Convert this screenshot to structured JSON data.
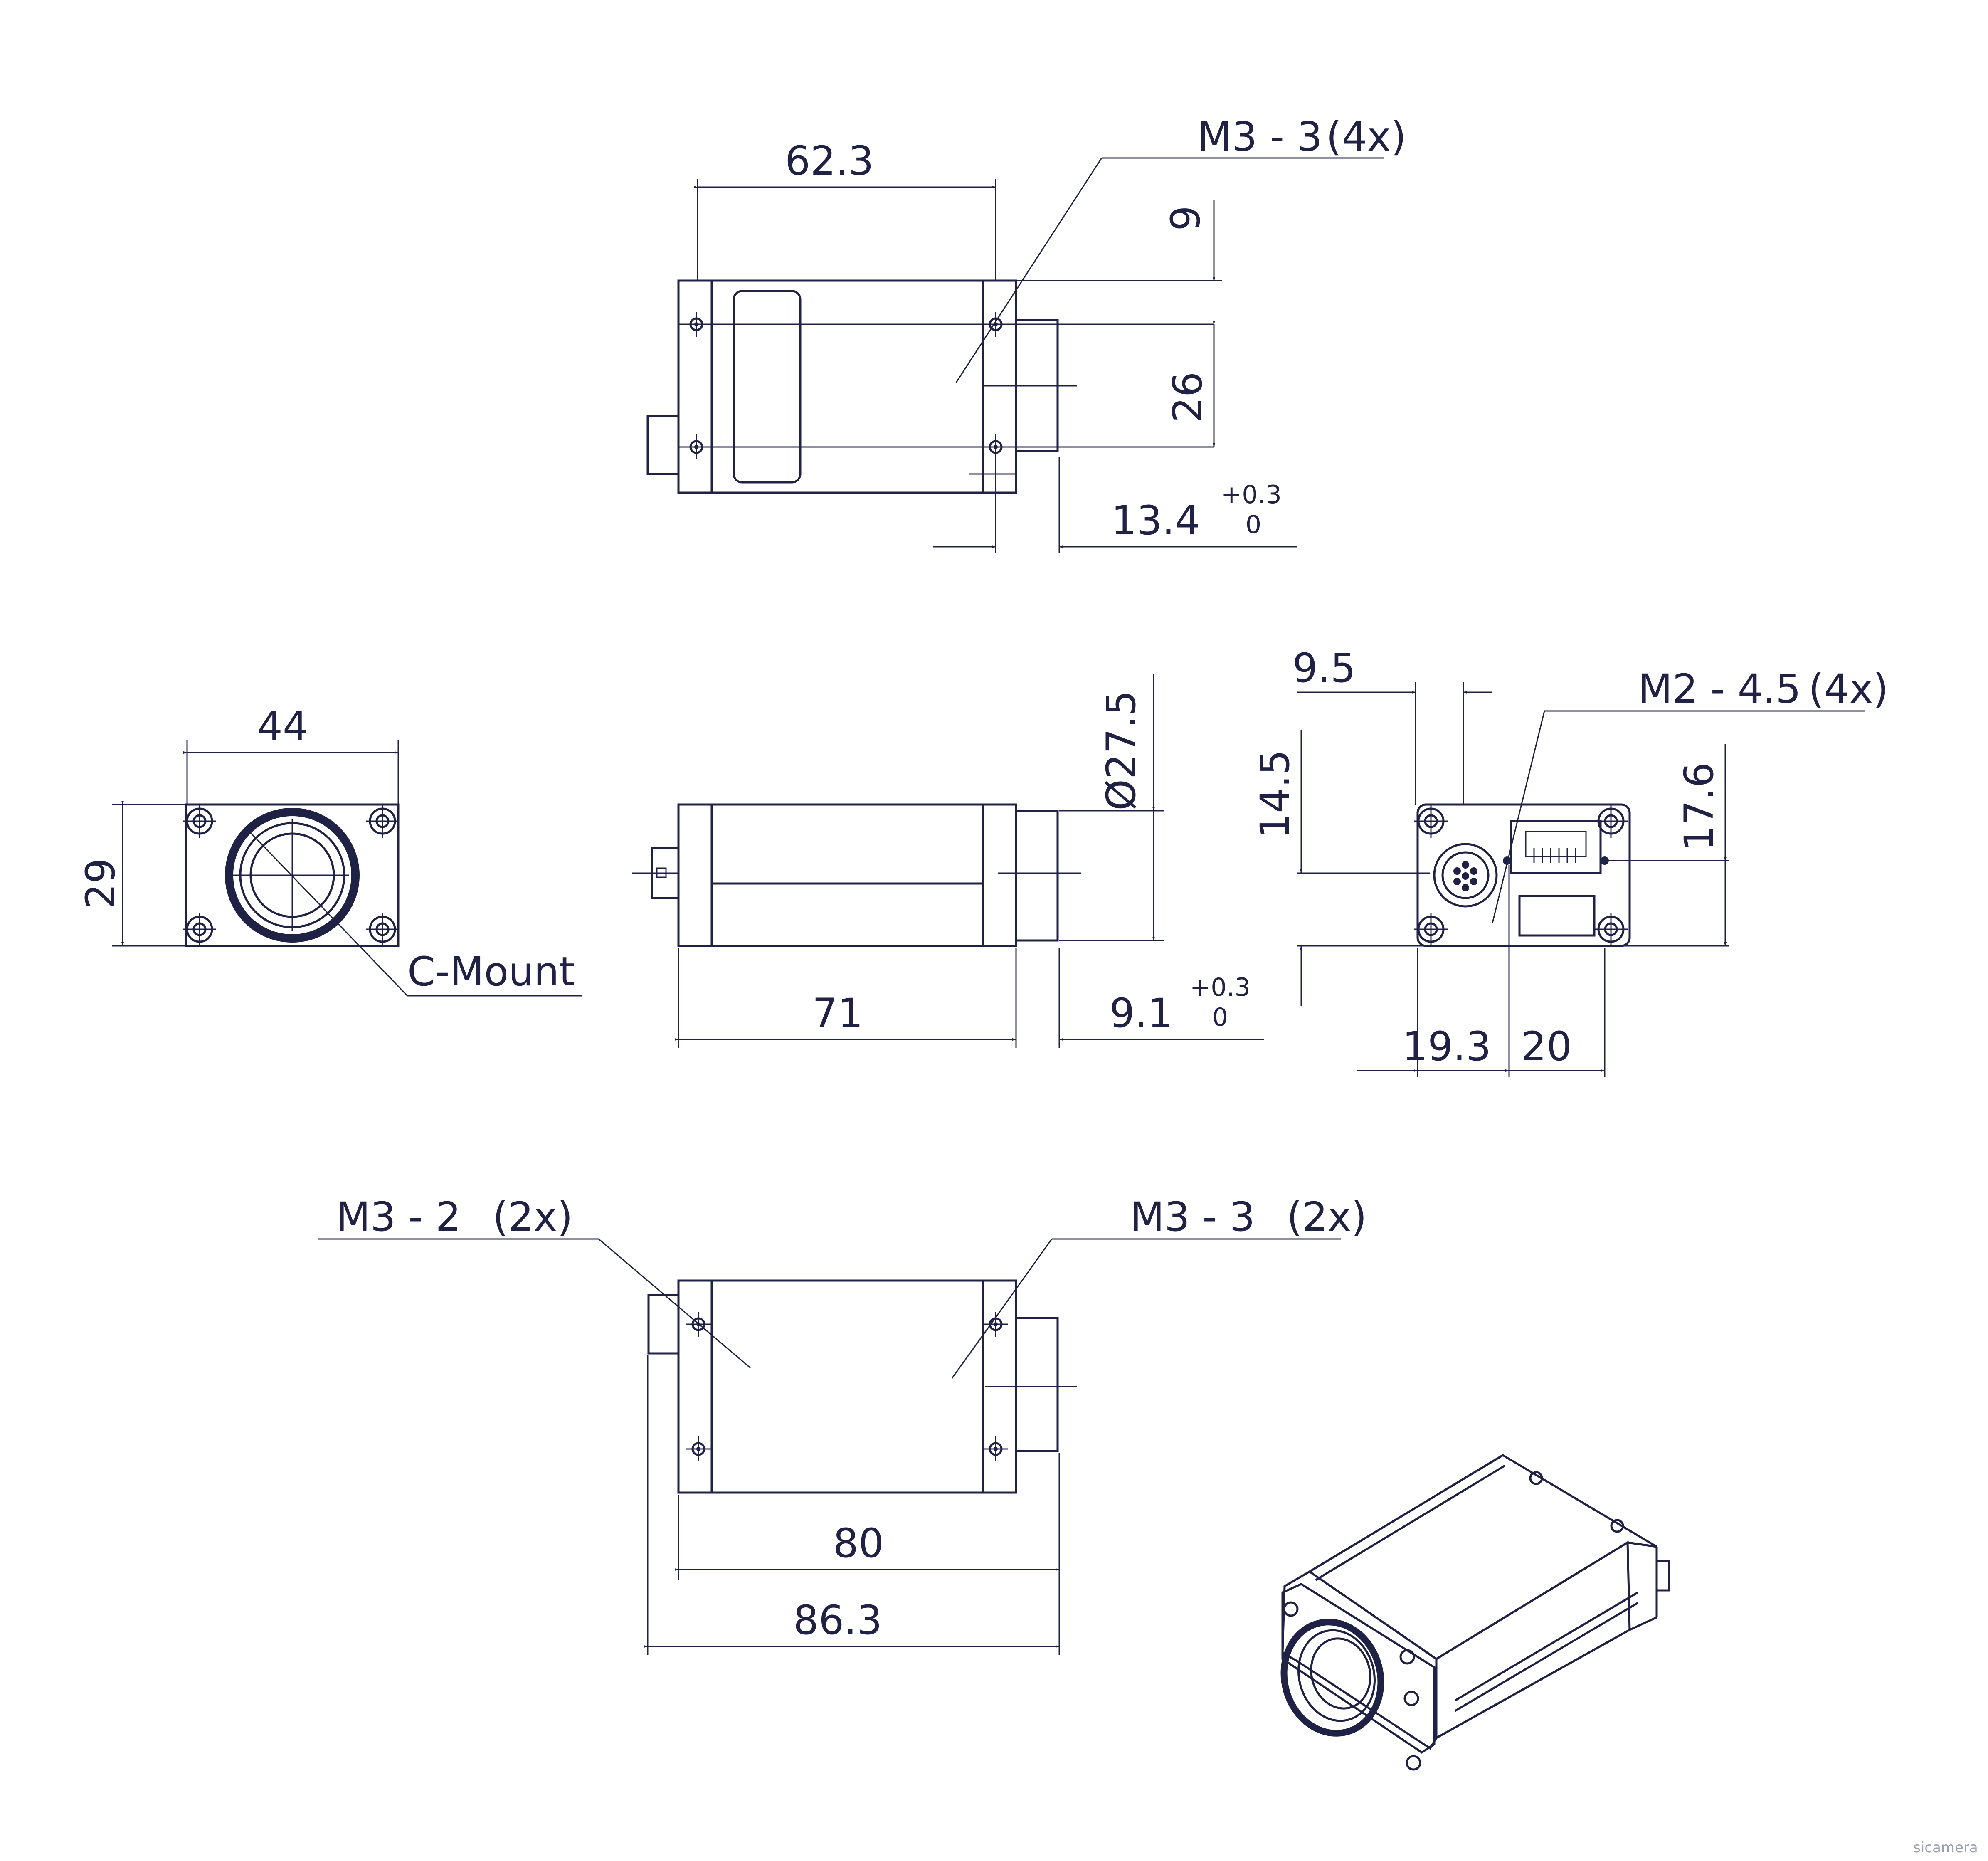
{
  "colors": {
    "ink": "#1f2244",
    "background": "#ffffff"
  },
  "top_view": {
    "width_dim": "62.3",
    "hole_callout": "M3 - 3",
    "hole_count": "(4x)",
    "dim_9": "9",
    "dim_26": "26",
    "dim_13_4": "13.4",
    "tol_plus": "+0.3",
    "tol_zero": "0"
  },
  "front_view": {
    "width_dim": "44",
    "height_dim": "29",
    "mount_label": "C-Mount"
  },
  "side_view": {
    "diameter_dim": "Ø27.5",
    "body_len_dim": "71",
    "lens_len_dim": "9.1",
    "tol_plus": "+0.3",
    "tol_zero": "0"
  },
  "rear_view": {
    "dim_9_5": "9.5",
    "hole_callout": "M2 - 4.5",
    "hole_count": "(4x)",
    "dim_14_5": "14.5",
    "dim_17_6": "17.6",
    "dim_19_3": "19.3",
    "dim_20": "20"
  },
  "bottom_view": {
    "left_callout": "M3 - 2",
    "left_count": "(2x)",
    "right_callout": "M3 - 3",
    "right_count": "(2x)",
    "dim_80": "80",
    "dim_86_3": "86.3"
  },
  "watermark": "sicamera"
}
